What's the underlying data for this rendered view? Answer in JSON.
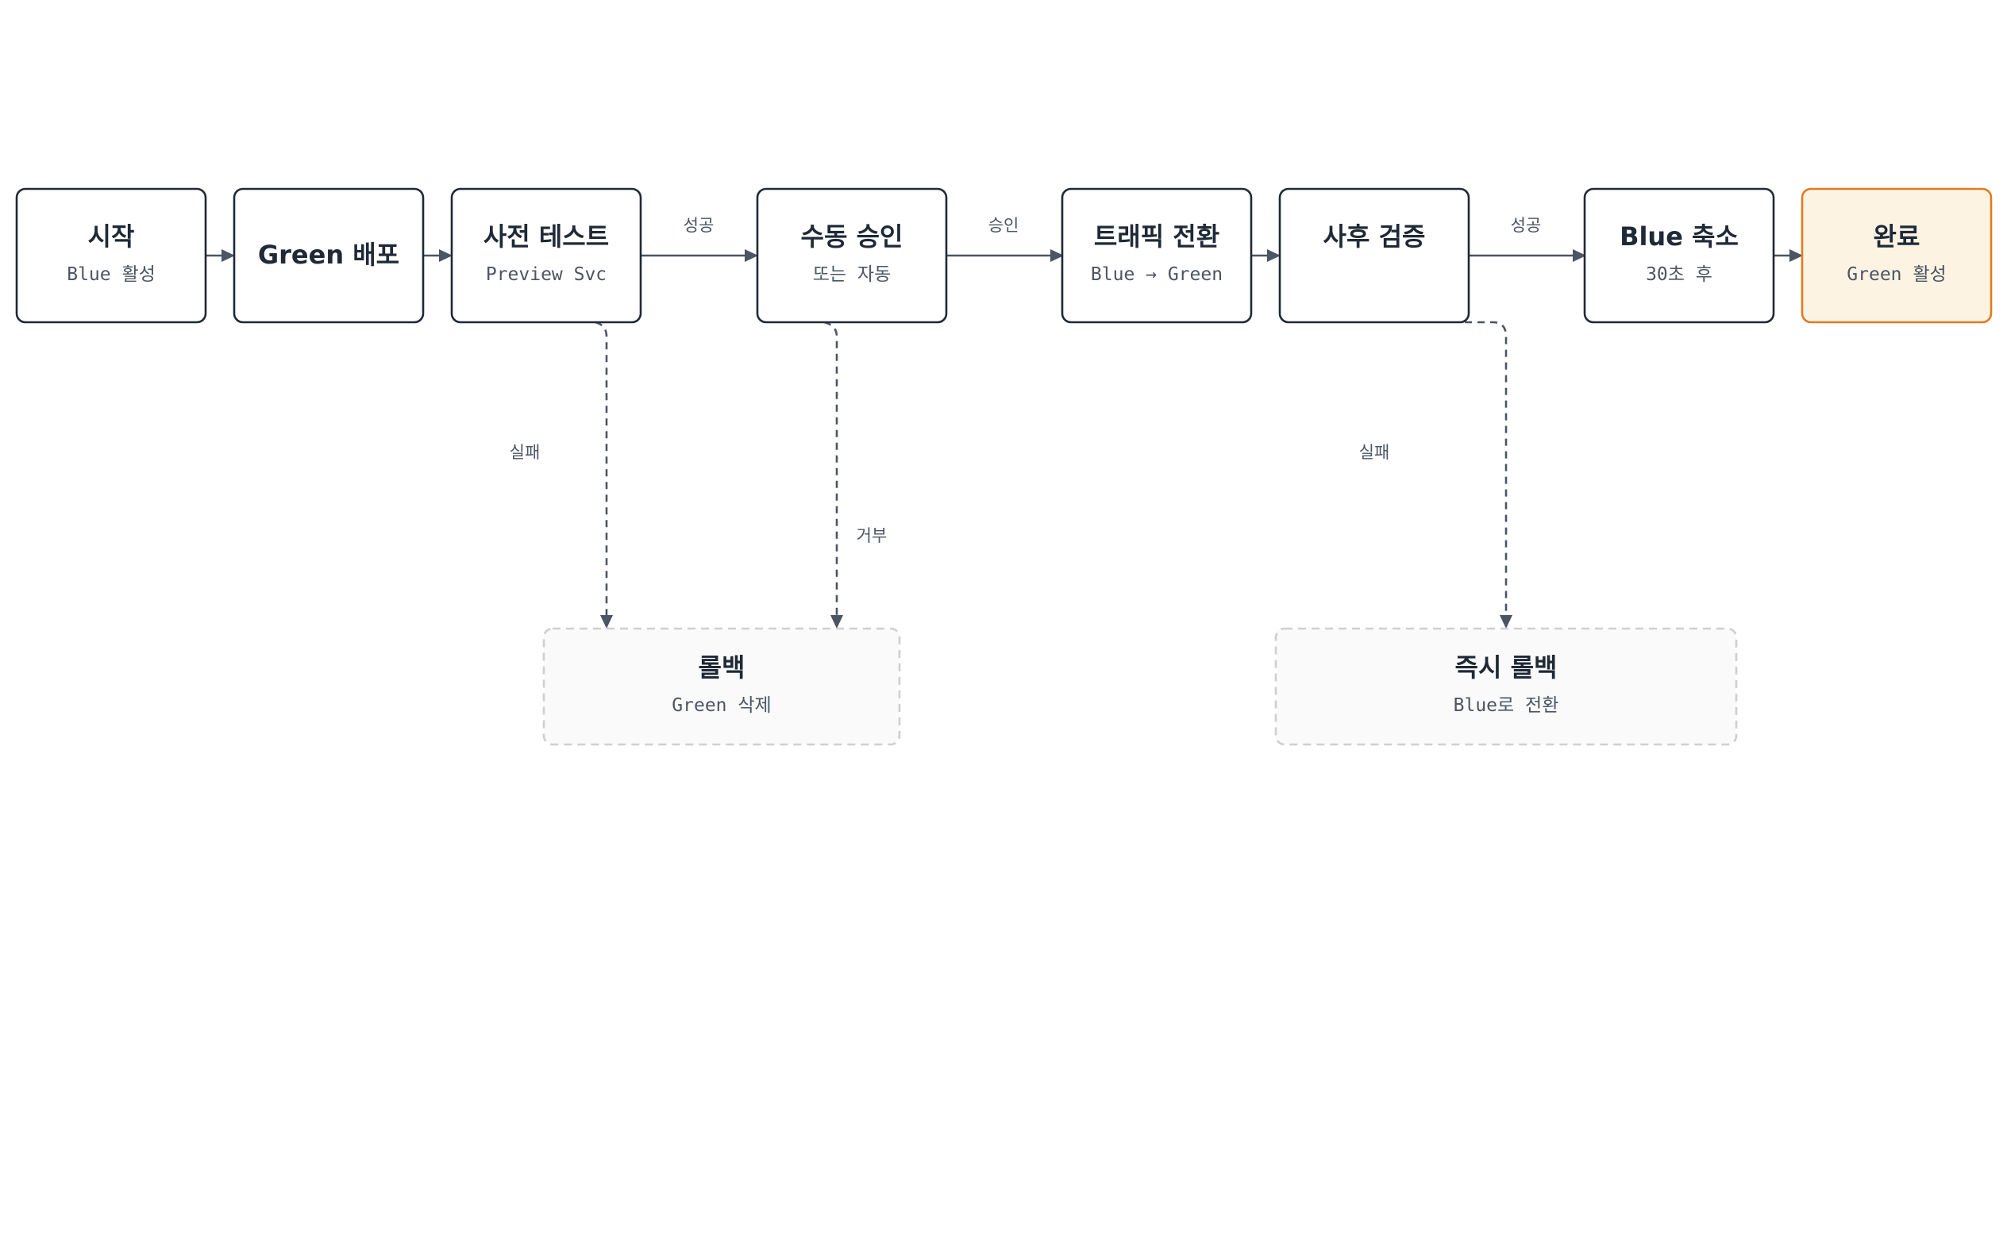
{
  "nodes": {
    "start": {
      "title": "시작",
      "subtitle": "Blue 활성"
    },
    "green_deploy": {
      "title": "Green 배포"
    },
    "pre_test": {
      "title": "사전 테스트",
      "subtitle": "Preview Svc"
    },
    "manual_approval": {
      "title": "수동 승인",
      "subtitle": "또는 자동"
    },
    "traffic_switch": {
      "title": "트래픽 전환",
      "subtitle": "Blue → Green"
    },
    "post_verify": {
      "title": "사후 검증"
    },
    "blue_scale_down": {
      "title": "Blue 축소",
      "subtitle": "30초 후"
    },
    "done": {
      "title": "완료",
      "subtitle": "Green 활성"
    },
    "rollback": {
      "title": "롤백",
      "subtitle": "Green 삭제"
    },
    "instant_rollback": {
      "title": "즉시 롤백",
      "subtitle": "Blue로 전환"
    }
  },
  "edges": {
    "pre_test_success": "성공",
    "approval_approve": "승인",
    "verify_success": "성공",
    "pre_test_fail": "실패",
    "approval_reject": "거부",
    "verify_fail": "실패"
  },
  "colors": {
    "node_border": "#1f2937",
    "final_fill": "#fdf3e3",
    "final_border": "#e07b1e",
    "rollback_border": "#cfcfcf",
    "edge": "#4b5563"
  }
}
